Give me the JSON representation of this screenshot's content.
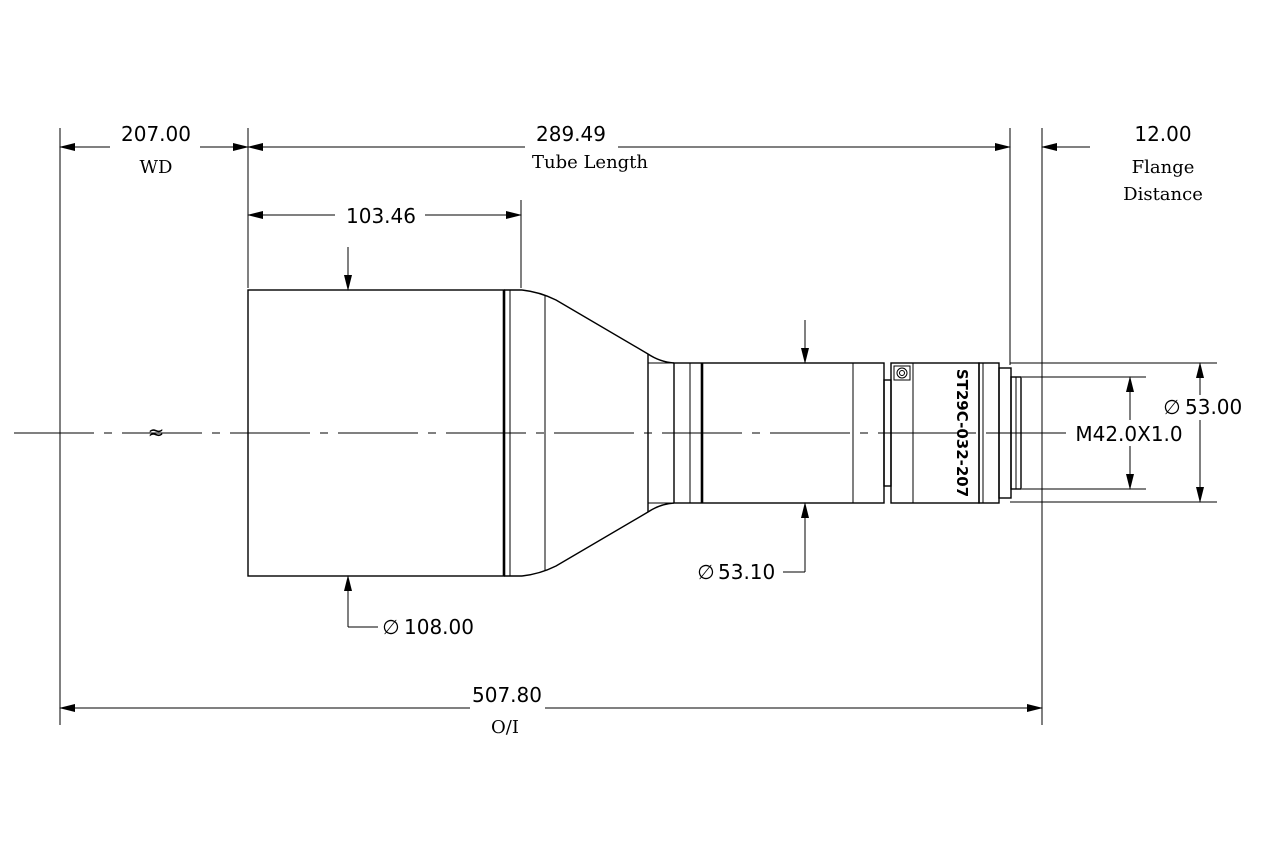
{
  "diagram": {
    "dimensions": {
      "wd_value": "207.00",
      "wd_label": "WD",
      "tube_value": "289.49",
      "tube_label": "Tube Length",
      "flange_value": "12.00",
      "flange_label_1": "Flange",
      "flange_label_2": "Distance",
      "front_section_value": "103.46",
      "total_value": "507.80",
      "total_label": "O/I"
    },
    "diameters": {
      "front": "108.00",
      "middle": "53.10",
      "mount": "53.00",
      "thread": "M42.0X1.0",
      "symbol": "∅"
    },
    "model_label": "ST29C-032-207",
    "break_symbol": "≈"
  }
}
